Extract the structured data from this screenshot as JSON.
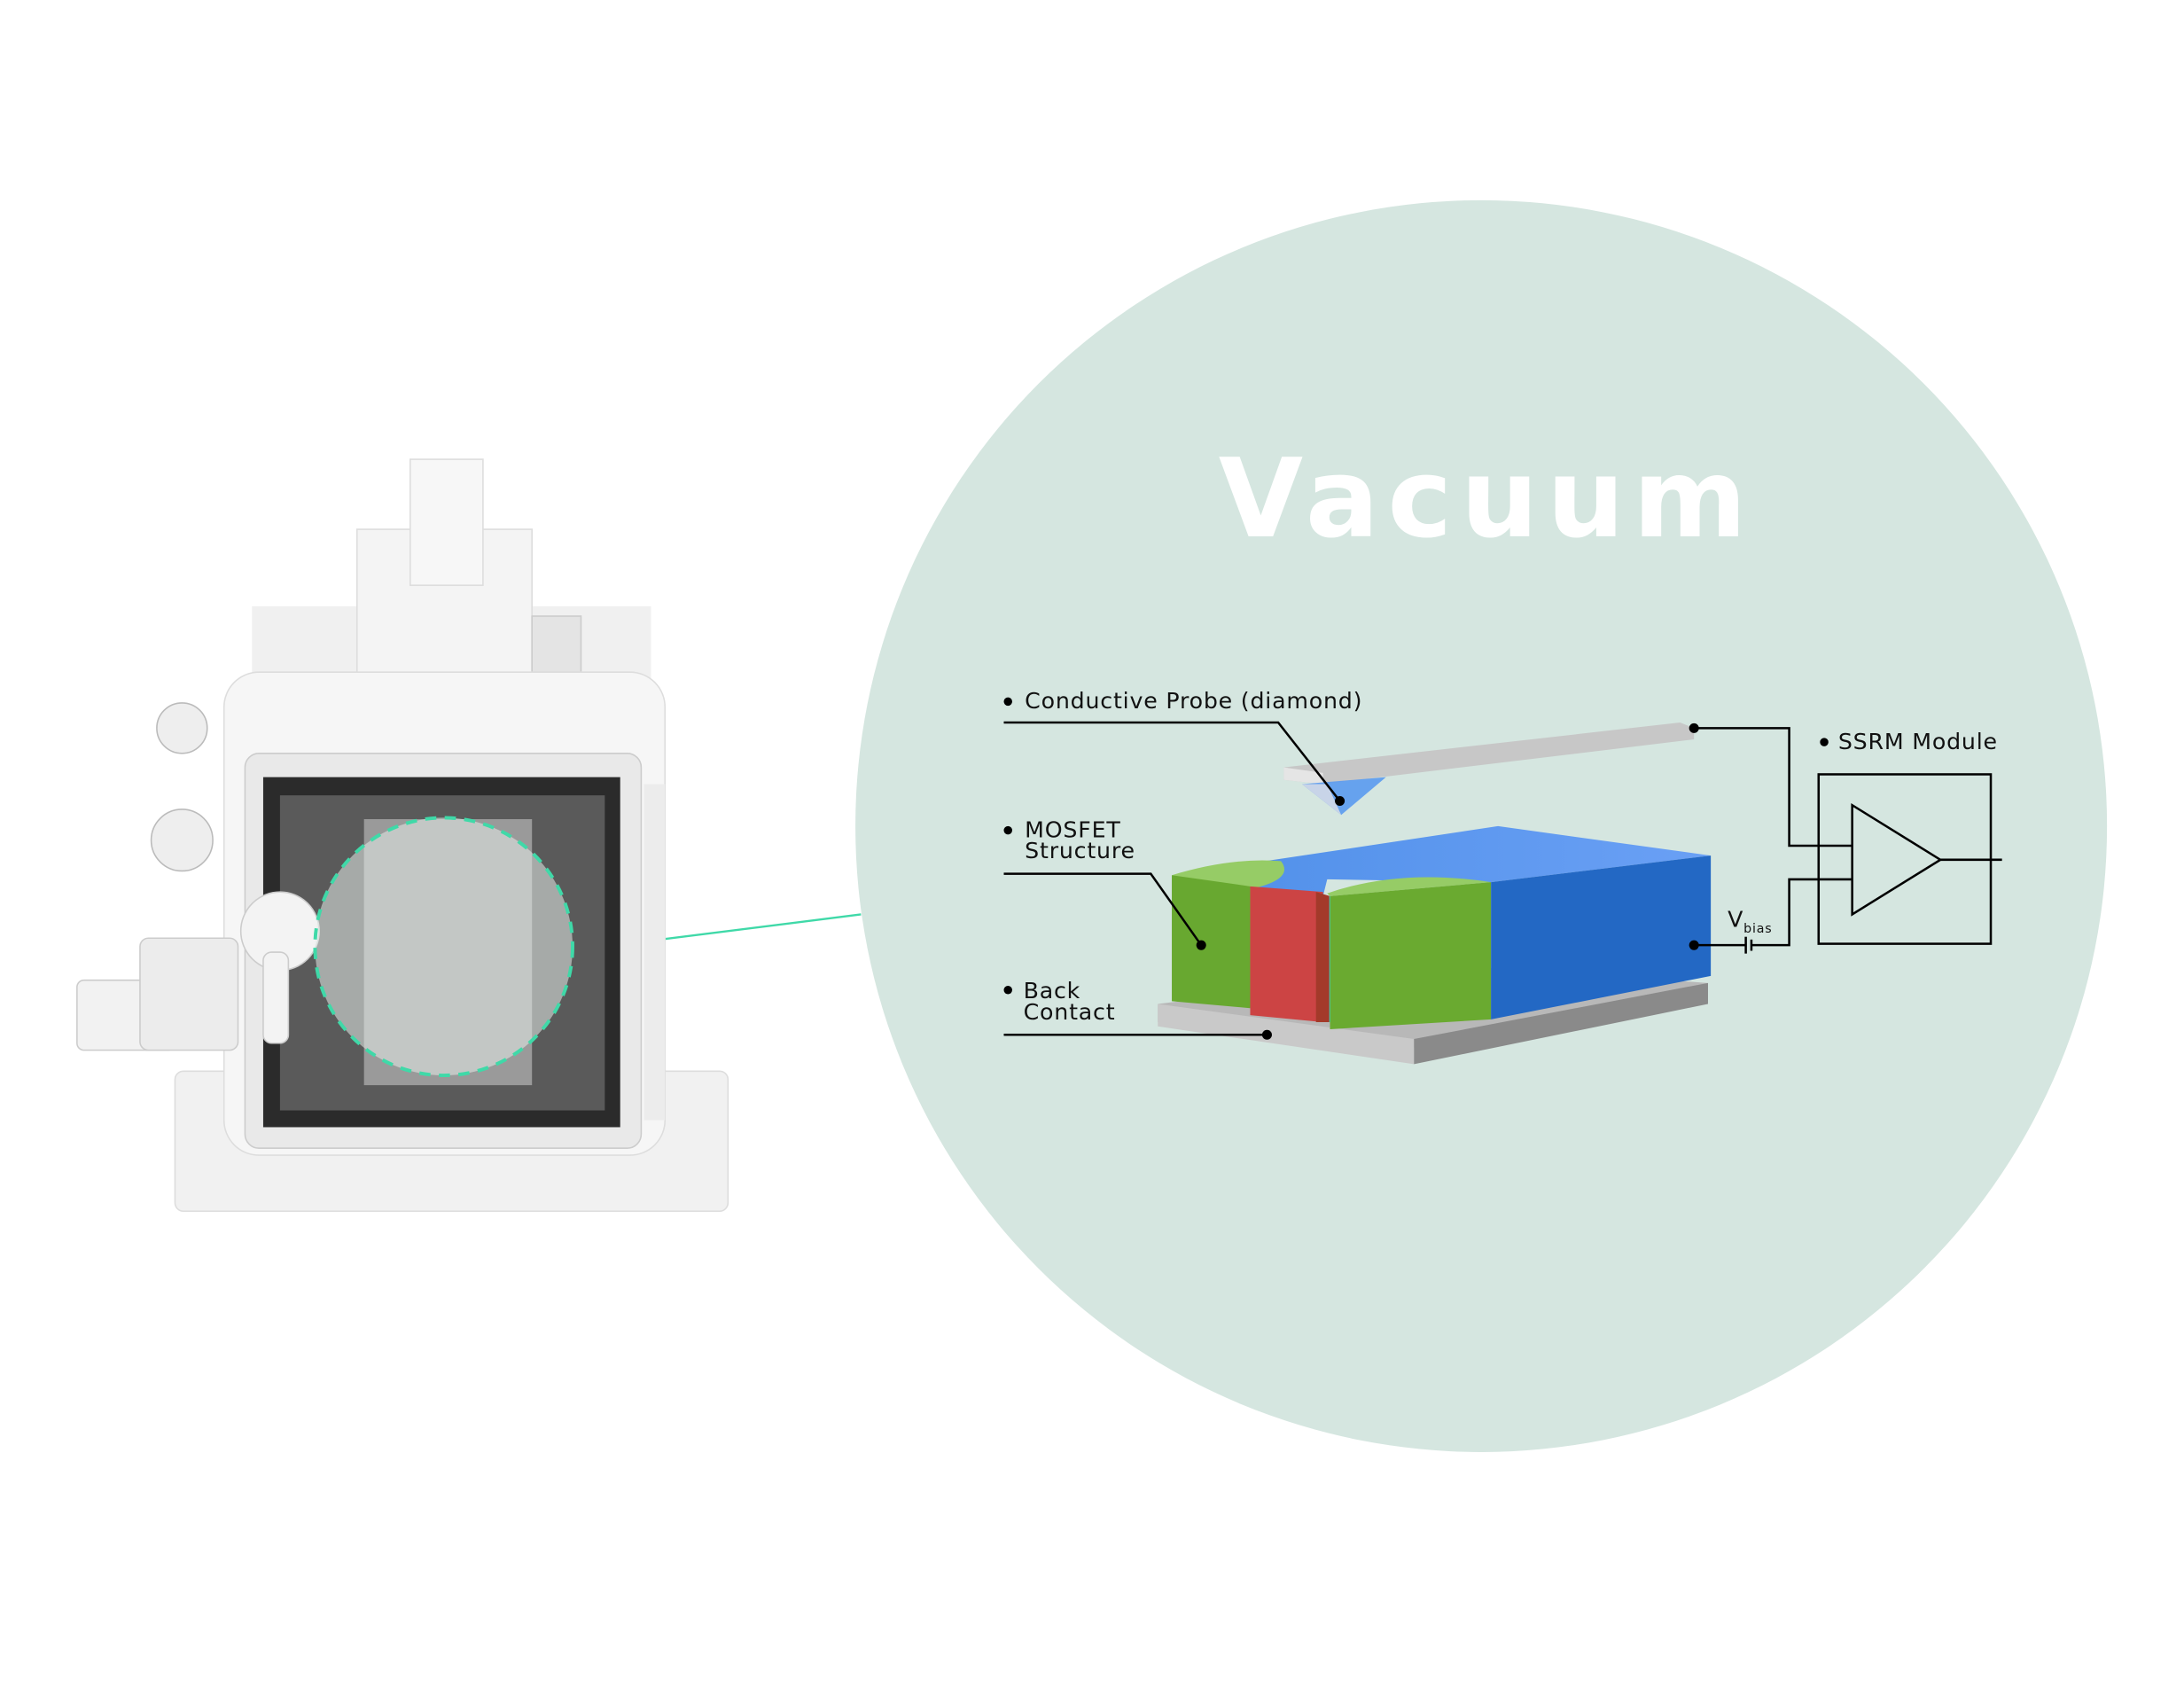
{
  "title": "Vacuum",
  "labels": {
    "probe": "Conductive Probe (diamond)",
    "mosfet_line1": "MOSFET",
    "mosfet_line2": "Structure",
    "back_line1": "Back",
    "back_line2": "Contact",
    "ssrm": "SSRM Module",
    "vbias_main": "V",
    "vbias_sub": "bias"
  },
  "colors": {
    "vacuum_circle": "#d5e6e0",
    "highlight_ring": "#3fd9a8",
    "green_region": "#6aaa30",
    "red_gate": "#cc4444",
    "blue_region": "#2368c4",
    "probe_metal": "#bdbdbd"
  }
}
